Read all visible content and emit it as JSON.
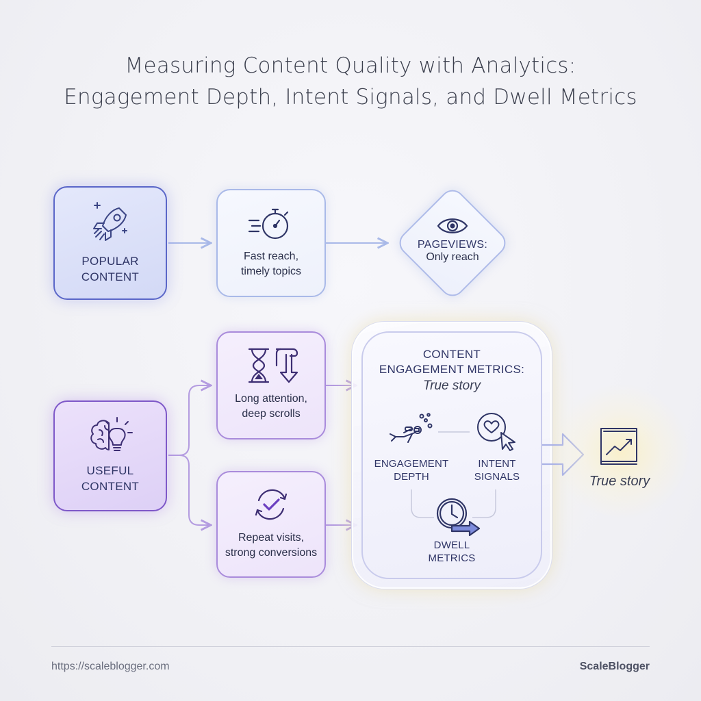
{
  "title": {
    "line1": "Measuring Content Quality with Analytics:",
    "line2": "Engagement Depth, Intent Signals, and Dwell Metrics"
  },
  "nodes": {
    "popular_content": {
      "line1": "POPULAR",
      "line2": "CONTENT",
      "icon": "rocket-icon"
    },
    "fast_reach": {
      "line1": "Fast reach,",
      "line2": "timely topics",
      "icon": "stopwatch-icon"
    },
    "pageviews": {
      "title": "PAGEVIEWS:",
      "sub": "Only reach",
      "icon": "eye-icon"
    },
    "useful_content": {
      "line1": "USEFUL",
      "line2": "CONTENT",
      "icon": "brain-bulb-icon"
    },
    "long_attention": {
      "line1": "Long attention,",
      "line2": "deep scrolls",
      "icon": "hourglass-scroll-icon"
    },
    "repeat_visits": {
      "line1": "Repeat visits,",
      "line2": "strong conversions",
      "icon": "repeat-check-icon"
    },
    "engagement_metrics": {
      "title_line1": "CONTENT",
      "title_line2": "ENGAGEMENT METRICS:",
      "sub": "True story",
      "metrics": [
        {
          "line1": "ENGAGEMENT",
          "line2": "DEPTH",
          "icon": "diver-icon"
        },
        {
          "line1": "INTENT",
          "line2": "SIGNALS",
          "icon": "heart-cursor-icon"
        },
        {
          "line1": "DWELL",
          "line2": "METRICS",
          "icon": "clock-arrow-icon"
        }
      ]
    },
    "true_story": {
      "label": "True story",
      "icon": "chart-book-icon"
    }
  },
  "footer": {
    "url": "https://scaleblogger.com",
    "brand": "ScaleBlogger"
  },
  "colors": {
    "blue_accent": "#5a66c8",
    "purple_accent": "#7e58c8",
    "text_dark": "#2f3566"
  }
}
